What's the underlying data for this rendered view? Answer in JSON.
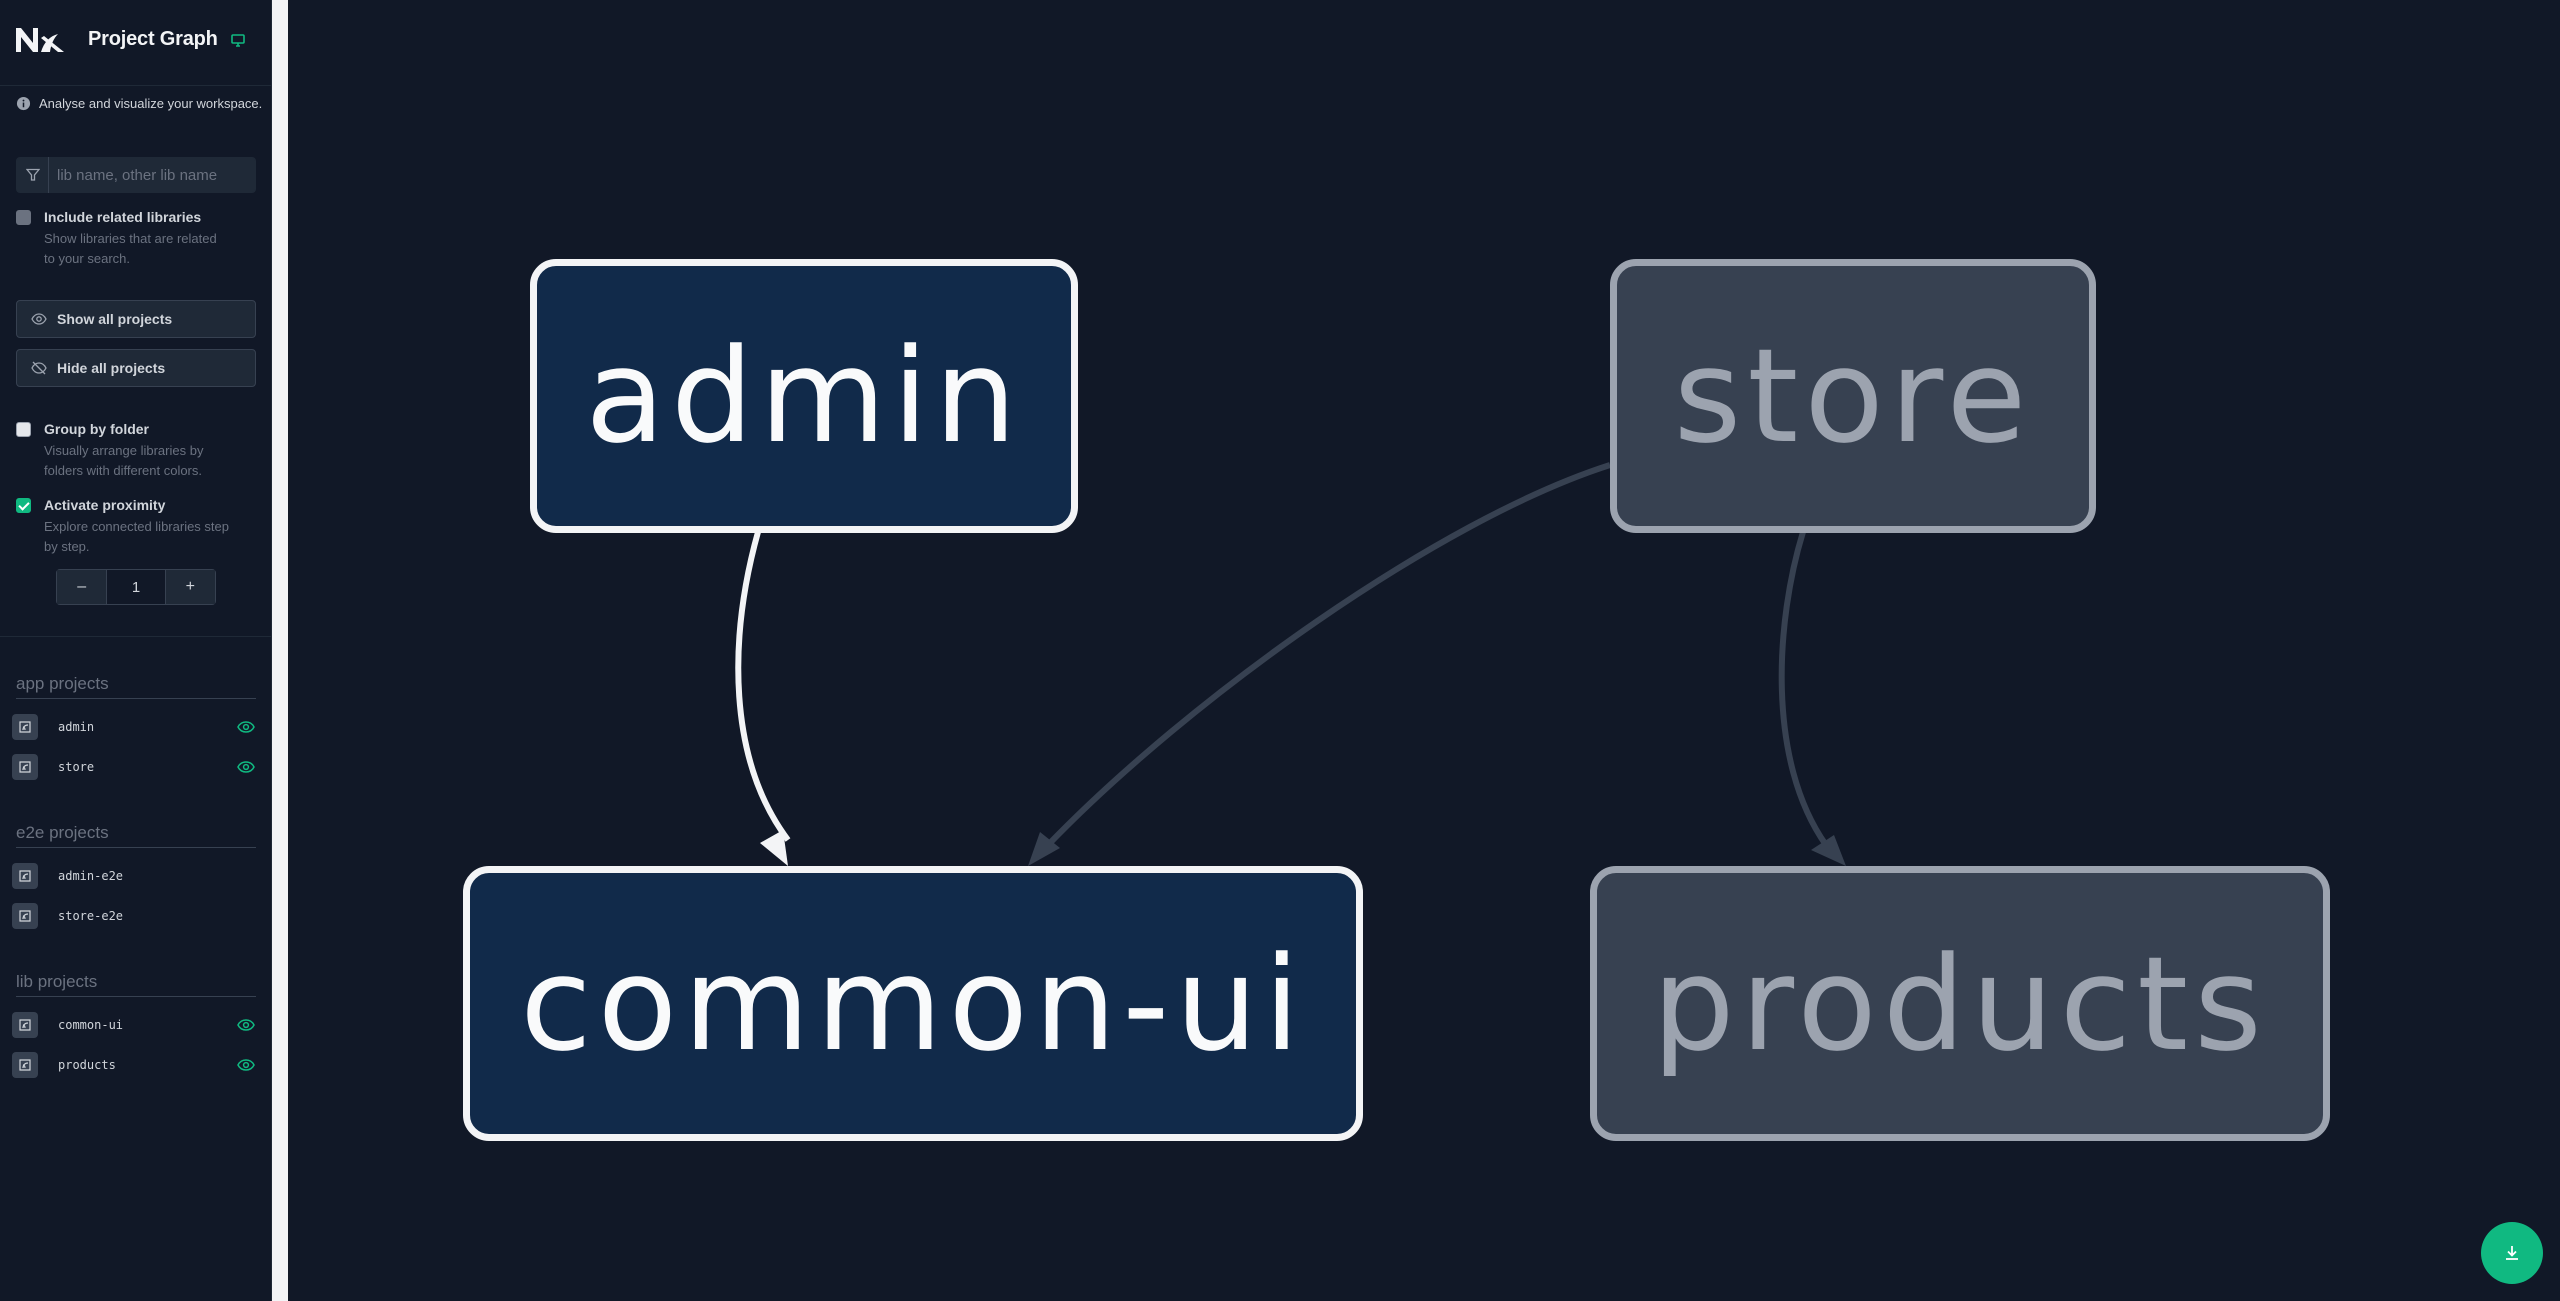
{
  "header": {
    "title": "Project Graph",
    "logo_text": "Nx"
  },
  "info_text": "Analyse and visualize your workspace.",
  "search": {
    "placeholder": "lib name, other lib name",
    "value": ""
  },
  "include_related": {
    "label": "Include related libraries",
    "description": "Show libraries that are related to your search.",
    "checked": false
  },
  "buttons": {
    "show_all": "Show all projects",
    "hide_all": "Hide all projects"
  },
  "group_by_folder": {
    "label": "Group by folder",
    "description": "Visually arrange libraries by folders with different colors.",
    "checked": false
  },
  "proximity": {
    "label": "Activate proximity",
    "description": "Explore connected libraries step by step.",
    "checked": true,
    "decrement": "–",
    "value": "1",
    "increment": "+"
  },
  "groups": [
    {
      "title": "app projects",
      "projects": [
        {
          "name": "admin",
          "visible": true
        },
        {
          "name": "store",
          "visible": true
        }
      ]
    },
    {
      "title": "e2e projects",
      "projects": [
        {
          "name": "admin-e2e",
          "visible": false
        },
        {
          "name": "store-e2e",
          "visible": false
        }
      ]
    },
    {
      "title": "lib projects",
      "projects": [
        {
          "name": "common-ui",
          "visible": true
        },
        {
          "name": "products",
          "visible": true
        }
      ]
    }
  ],
  "graph": {
    "nodes": [
      {
        "id": "admin",
        "label": "admin",
        "state": "active"
      },
      {
        "id": "store",
        "label": "store",
        "state": "dim"
      },
      {
        "id": "common-ui",
        "label": "common-ui",
        "state": "active"
      },
      {
        "id": "products",
        "label": "products",
        "state": "dim"
      }
    ],
    "edges": [
      {
        "from": "admin",
        "to": "common-ui",
        "state": "active"
      },
      {
        "from": "store",
        "to": "common-ui",
        "state": "dim"
      },
      {
        "from": "store",
        "to": "products",
        "state": "dim"
      }
    ]
  },
  "colors": {
    "accent": "#10b981",
    "background": "#111827",
    "node_active": "#112a4a",
    "node_dim": "#374151"
  },
  "icons": {
    "download": "download-icon",
    "eye": "eye-icon",
    "filter": "filter-icon"
  }
}
